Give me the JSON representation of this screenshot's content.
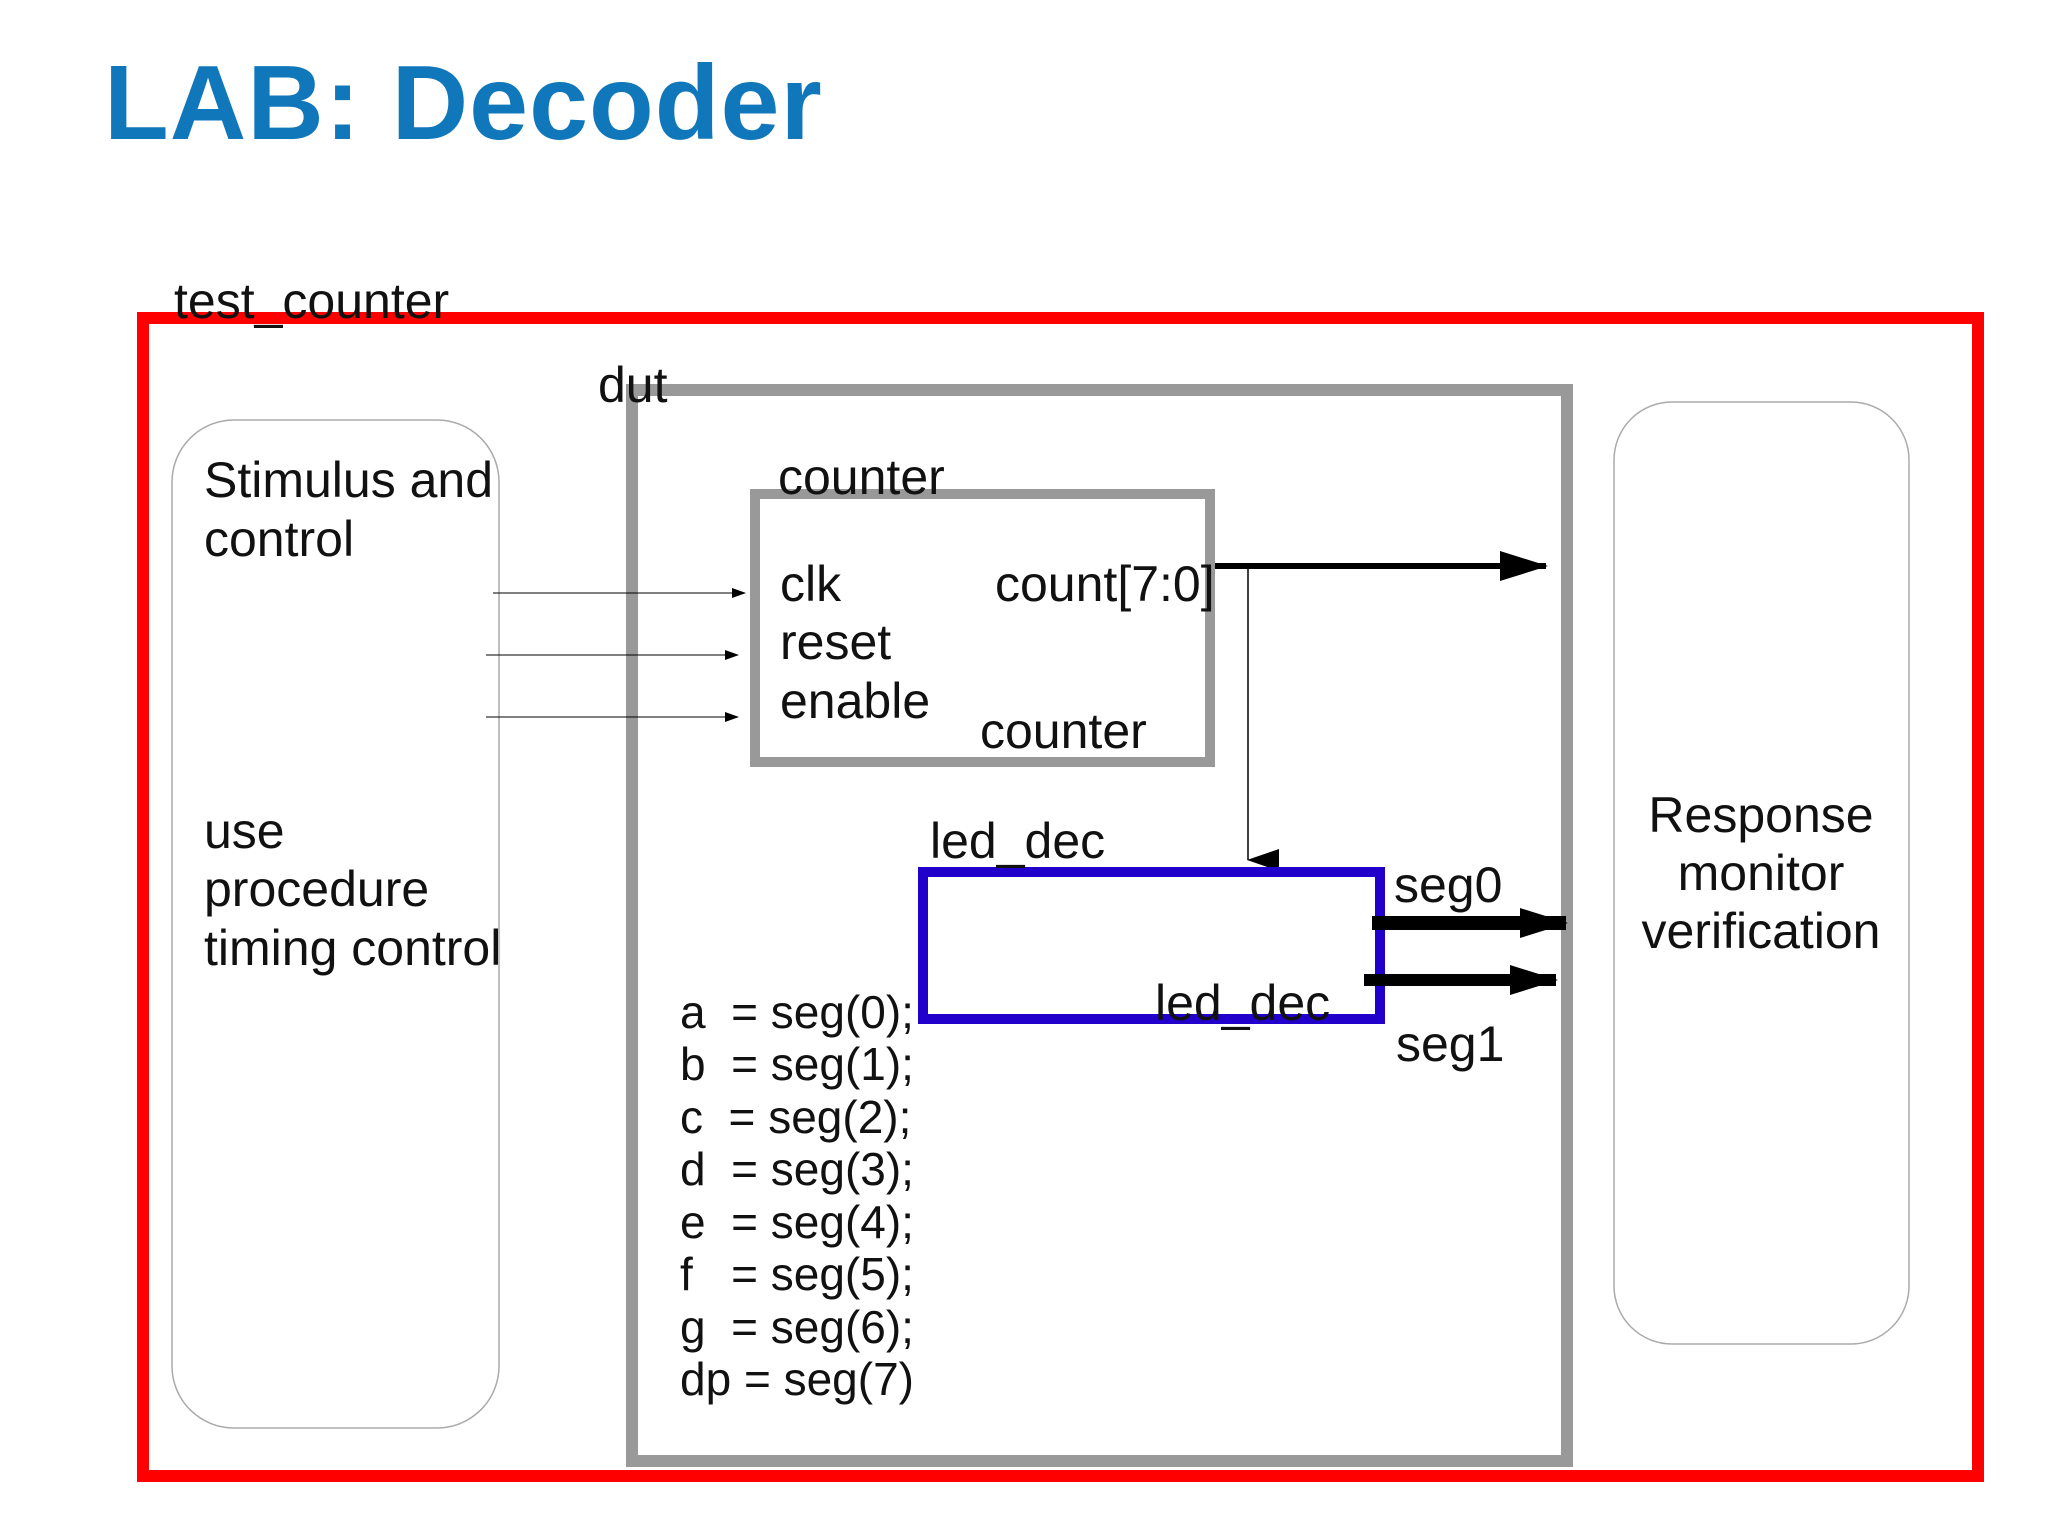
{
  "title": "LAB: Decoder",
  "colors": {
    "title": "#1177bb",
    "testbench_border": "#ff0000",
    "dut_border": "#999999",
    "led_dec_border": "#2200cc",
    "panel_border": "#aaaaaa"
  },
  "testbench": {
    "label": "test_counter"
  },
  "stimulus": {
    "line1": "Stimulus and",
    "line2": "control",
    "line3": "use",
    "line4": "procedure",
    "line5": "timing control"
  },
  "dut": {
    "label": "dut"
  },
  "counter": {
    "label_top": "counter",
    "label_bottom": "counter",
    "ports_in": [
      "clk",
      "reset",
      "enable"
    ],
    "port_out": "count[7:0]"
  },
  "led_dec": {
    "label_top": "led_dec",
    "label_inner": "led_dec",
    "outputs": [
      "seg0",
      "seg1"
    ]
  },
  "segment_map": [
    "a  = seg(0);",
    "b  = seg(1);",
    "c  = seg(2);",
    "d  = seg(3);",
    "e  = seg(4);",
    "f   = seg(5);",
    "g  = seg(6);",
    "dp = seg(7)"
  ],
  "response": {
    "line1": "Response",
    "line2": "monitor",
    "line3": "verification"
  }
}
